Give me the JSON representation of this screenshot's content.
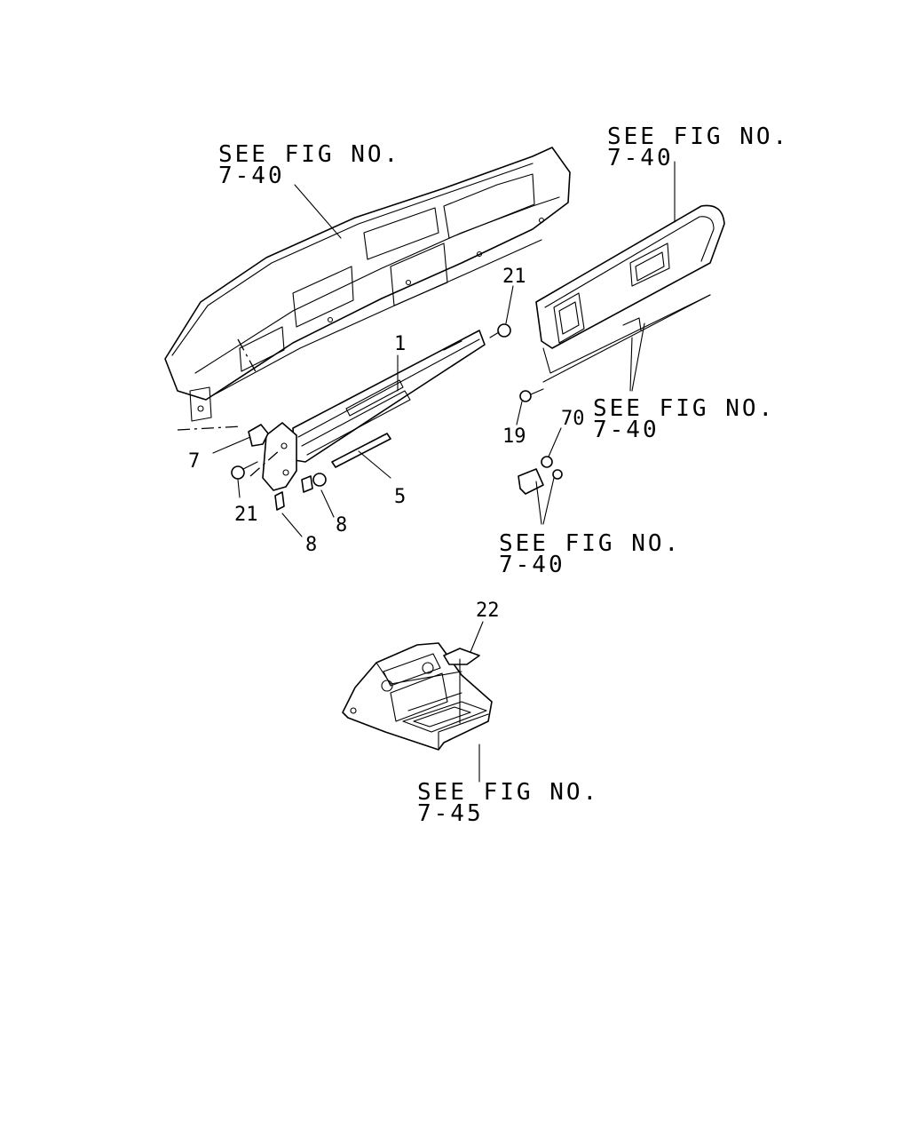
{
  "callouts": {
    "dash_ref": {
      "line1": "SEE FIG NO.",
      "line2": "7-40"
    },
    "lid_ref": {
      "line1": "SEE FIG NO.",
      "line2": "7-40"
    },
    "lid_lower_ref": {
      "line1": "SEE FIG NO.",
      "line2": "7-40"
    },
    "bracket_ref": {
      "line1": "SEE FIG NO.",
      "line2": "7-40"
    },
    "console_ref": {
      "line1": "SEE FIG NO.",
      "line2": "7-45"
    }
  },
  "parts": {
    "p1": "1",
    "p5": "5",
    "p7": "7",
    "p8a": "8",
    "p8b": "8",
    "p19": "19",
    "p21a": "21",
    "p21b": "21",
    "p22": "22",
    "p70": "70"
  }
}
